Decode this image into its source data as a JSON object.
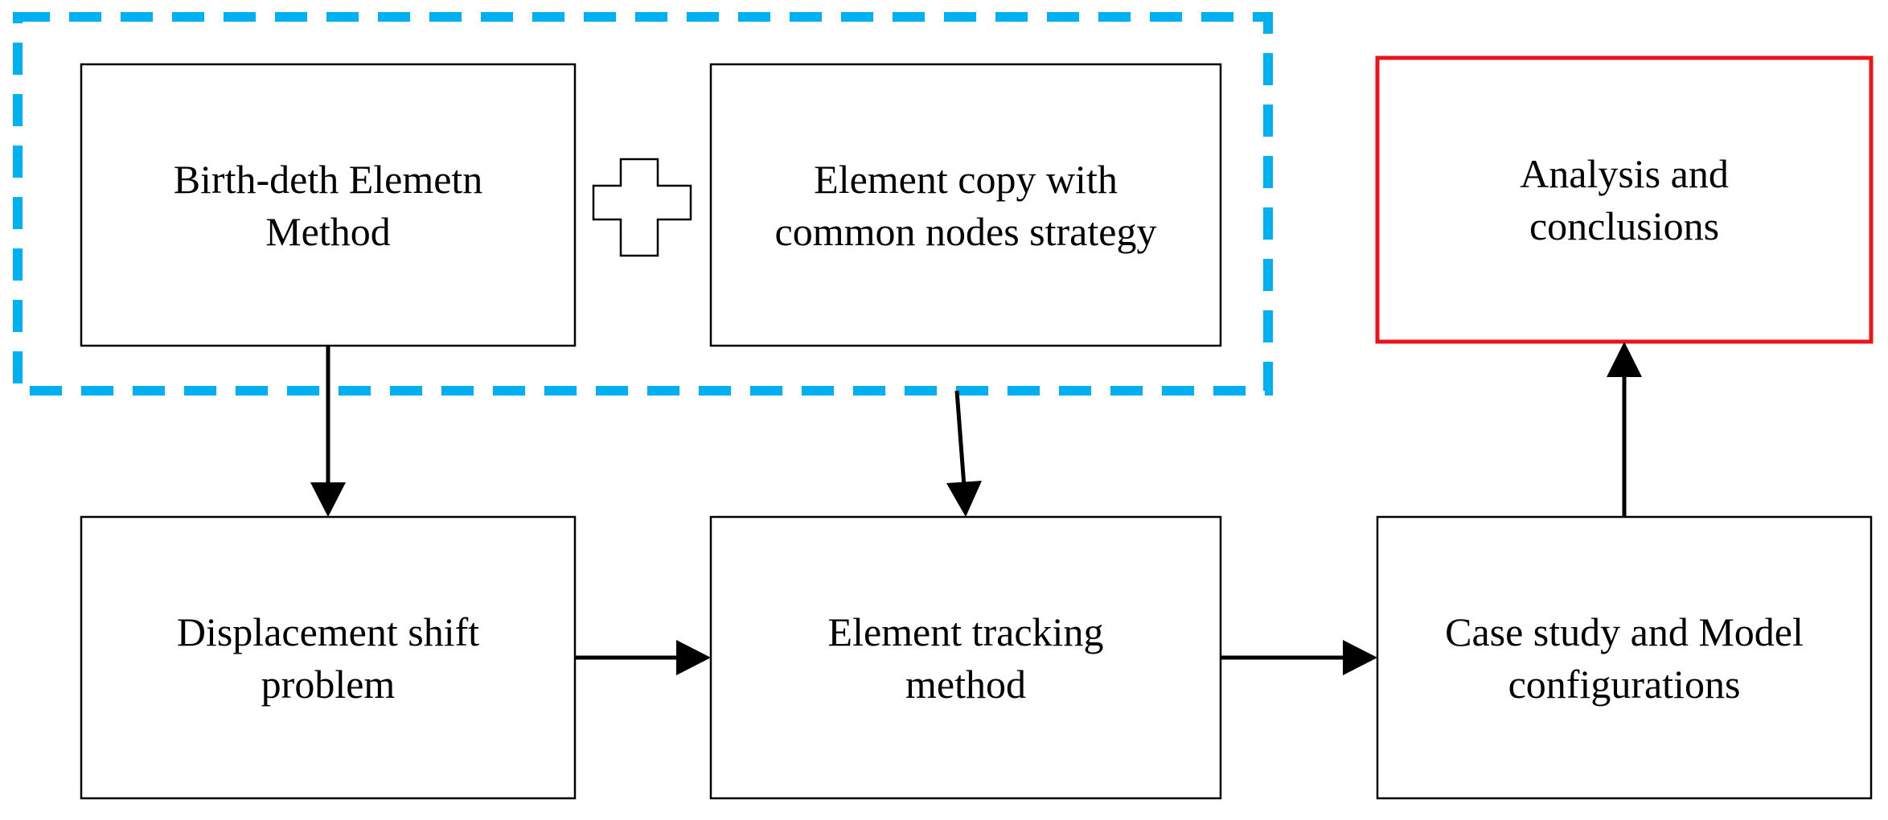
{
  "diagram": {
    "boxes": {
      "birth_death": {
        "lines": [
          "Birth-deth Elemetn",
          "Method"
        ]
      },
      "element_copy": {
        "lines": [
          "Element copy with",
          "common nodes strategy"
        ]
      },
      "analysis": {
        "lines": [
          "Analysis and",
          "conclusions"
        ]
      },
      "displacement": {
        "lines": [
          "Displacement shift",
          "problem"
        ]
      },
      "tracking": {
        "lines": [
          "Element tracking",
          "method"
        ]
      },
      "case_study": {
        "lines": [
          "Case study and Model",
          "configurations"
        ]
      }
    },
    "colors": {
      "group_border": "#00b0f0",
      "highlight_border": "#e8141b",
      "box_border": "#000000",
      "arrow": "#000000"
    }
  }
}
